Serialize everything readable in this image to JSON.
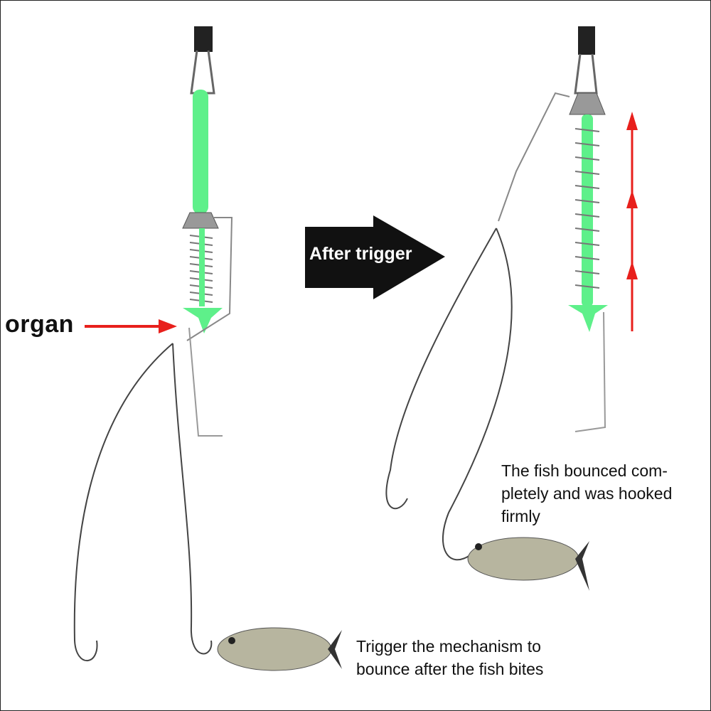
{
  "labels": {
    "organ": "organ",
    "after_trigger": "After trigger",
    "hooked_caption": [
      "The fish bounced com-",
      "pletely and was hooked",
      "firmly"
    ],
    "trigger_caption": [
      "Trigger the mechanism to",
      "bounce after the fish bites"
    ]
  },
  "colors": {
    "spring_green": "#5ef08a",
    "arrow_red": "#e8201c",
    "arrow_black": "#111111"
  }
}
